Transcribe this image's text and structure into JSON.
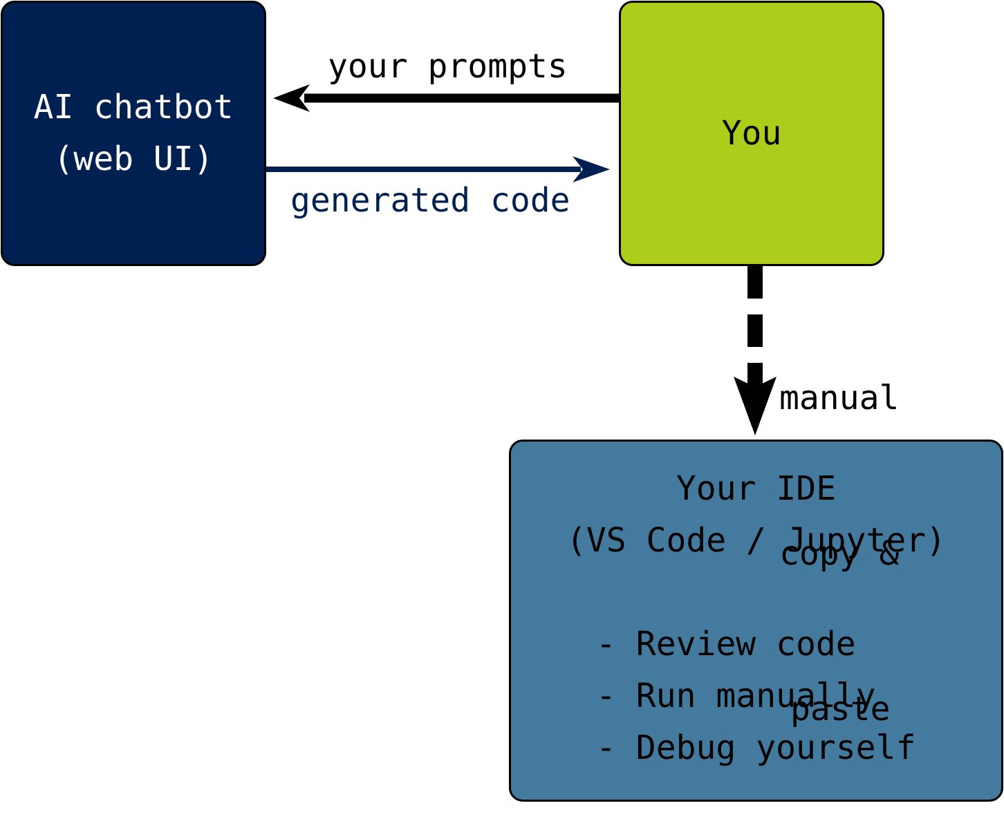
{
  "nodes": {
    "chatbot": {
      "lines": [
        "AI chatbot",
        "(web UI)"
      ],
      "fill": "#002052"
    },
    "you": {
      "lines": [
        "You"
      ],
      "fill": "#acce1a"
    },
    "ide": {
      "title_lines": [
        "Your IDE",
        "(VS Code / Jupyter)"
      ],
      "items": [
        "- Review code",
        "- Run manually",
        "- Debug yourself"
      ],
      "fill": "#447a9d"
    }
  },
  "edges": {
    "prompts": {
      "label": "your prompts",
      "color": "#000000"
    },
    "code": {
      "label": "generated code",
      "color": "#002052"
    },
    "manual": {
      "label_lines": [
        "manual",
        "copy &",
        "paste"
      ],
      "color": "#000000",
      "style": "dashed"
    }
  }
}
